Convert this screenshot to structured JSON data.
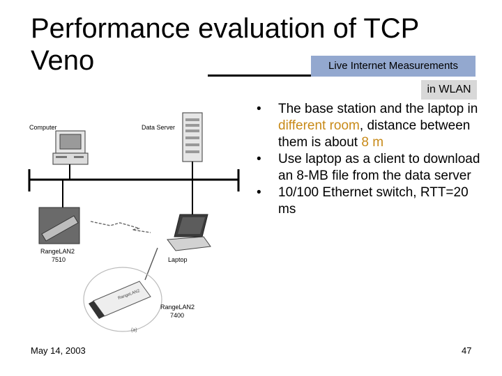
{
  "slide": {
    "title": "Performance evaluation of TCP Veno",
    "tag_live": "Live Internet Measurements",
    "tag_wlan": "in WLAN"
  },
  "bullets": [
    {
      "before": "The base station and the laptop in ",
      "highlight": "different room",
      "after": ", distance between them is about ",
      "highlight2": "8 m"
    },
    {
      "text": "Use laptop as a client to download an 8-MB file from the data server"
    },
    {
      "text": "10/100 Ethernet switch, RTT=20 ms"
    }
  ],
  "diagram": {
    "computer": "Computer",
    "data_server": "Data Server",
    "rangelan_ap_line1": "RangeLAN2",
    "rangelan_ap_line2": "7510",
    "laptop": "Laptop",
    "rangelan_card_line1": "RangeLAN2",
    "rangelan_card_line2": "7400",
    "caption": "(a)"
  },
  "footer": {
    "date": "May 14, 2003",
    "page": "47"
  },
  "colors": {
    "highlight": "#c88a18",
    "tag_live_bg": "#93a8cf",
    "tag_wlan_bg": "#d8d8d8"
  }
}
